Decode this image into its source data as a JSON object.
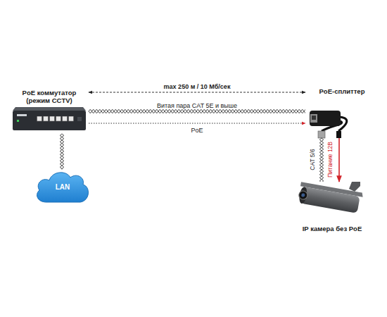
{
  "diagram": {
    "nodes": [
      {
        "text": [
          "PoE коммутатор (режим CCTV)"
        ]
      },
      {
        "text": [
          "LAN"
        ]
      },
      {
        "text": [
          "PoE-сплиттер"
        ]
      },
      {
        "text": [
          "IP камера без PoE"
        ]
      }
    ],
    "edges": [
      {
        "from": 0,
        "to": 2,
        "label": "max 250 м / 10 Мб/сек",
        "arrow": "both"
      },
      {
        "from": 0,
        "to": 2,
        "label": "Витая пара CAT 5E и выше",
        "arrow": "none"
      },
      {
        "from": 0,
        "to": 2,
        "label": "PoE",
        "arrow": "to"
      },
      {
        "from": 0,
        "to": 1,
        "arrow": "none"
      },
      {
        "from": 2,
        "to": 3,
        "label": "CAT 5/6",
        "arrow": "none"
      },
      {
        "from": 2,
        "to": 3,
        "label": "Питание 12В",
        "arrow": "to"
      }
    ]
  }
}
